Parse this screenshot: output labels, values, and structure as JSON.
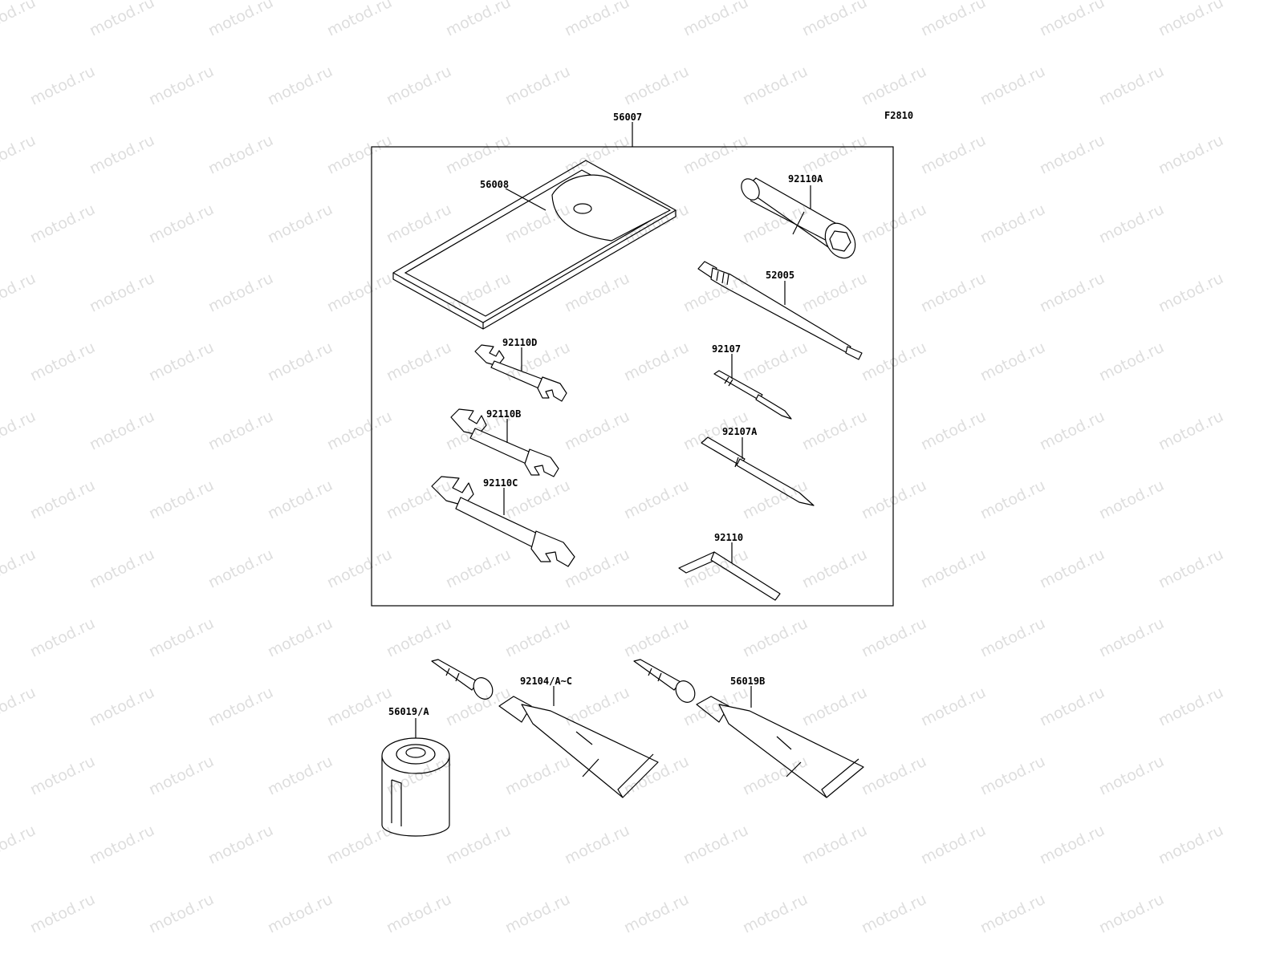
{
  "figure_code": "F2810",
  "watermark": "motod.ru",
  "labels": {
    "kit": "56007",
    "pouch": "56008",
    "plug_wrench": "92110A",
    "handle": "52005",
    "driver": "92107",
    "driver_a": "92107A",
    "hex_key": "92110",
    "wrench_d": "92110D",
    "wrench_b": "92110B",
    "wrench_c": "92110C",
    "grease_can": "56019/A",
    "tube_1": "92104/A~C",
    "tube_2": "56019B"
  }
}
